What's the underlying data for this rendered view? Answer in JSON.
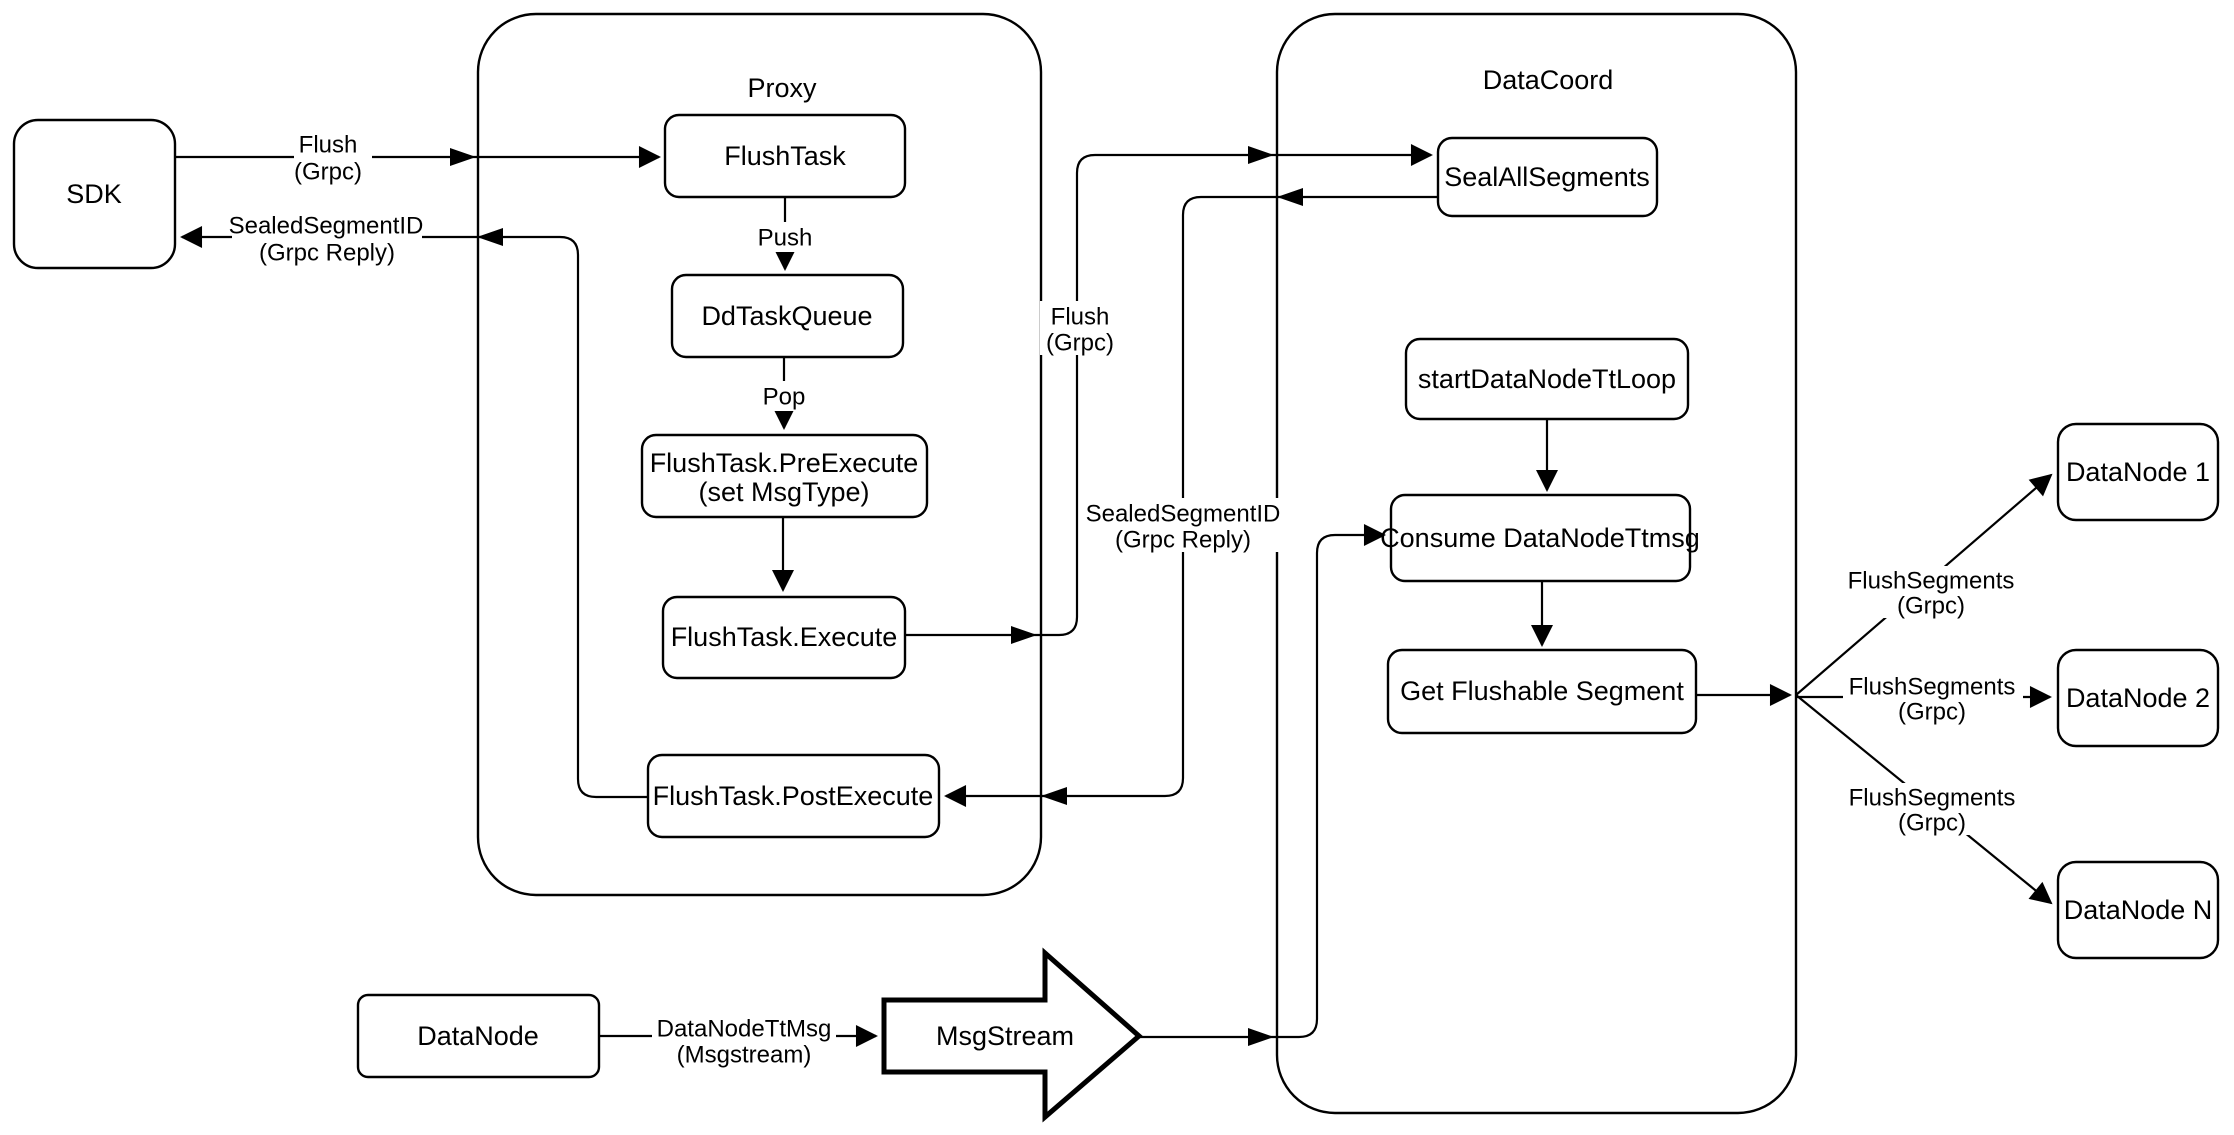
{
  "diagram": {
    "colors": {
      "background": "#ffffff",
      "stroke": "#000000",
      "node_fill": "#ffffff",
      "text": "#000000"
    },
    "containers": {
      "proxy": {
        "title": "Proxy"
      },
      "datacoord": {
        "title": "DataCoord"
      }
    },
    "nodes": {
      "sdk": {
        "label": "SDK"
      },
      "flush_task": {
        "label": "FlushTask"
      },
      "dd_task_queue": {
        "label": "DdTaskQueue"
      },
      "flush_task_pre_execute": {
        "label_line1": "FlushTask.PreExecute",
        "label_line2": "(set MsgType)"
      },
      "flush_task_execute": {
        "label": "FlushTask.Execute"
      },
      "flush_task_post_execute": {
        "label": "FlushTask.PostExecute"
      },
      "seal_all_segments": {
        "label": "SealAllSegments"
      },
      "start_datanode_tt_loop": {
        "label": "startDataNodeTtLoop"
      },
      "consume_datanode_ttmsg": {
        "label": "Consume DataNodeTtmsg"
      },
      "get_flushable_segment": {
        "label": "Get Flushable Segment"
      },
      "datanode_1": {
        "label": "DataNode 1"
      },
      "datanode_2": {
        "label": "DataNode 2"
      },
      "datanode_n": {
        "label": "DataNode N"
      },
      "datanode": {
        "label": "DataNode"
      },
      "msgstream": {
        "label": "MsgStream"
      }
    },
    "edge_labels": {
      "flush_sdk_proxy": {
        "line1": "Flush",
        "line2": "(Grpc)"
      },
      "sealed_reply_sdk": {
        "line1": "SealedSegmentID",
        "line2": "(Grpc Reply)"
      },
      "push": "Push",
      "pop": "Pop",
      "flush_proxy_datacoord": {
        "line1": "Flush",
        "line2": "(Grpc)"
      },
      "sealed_reply_proxy": {
        "line1": "SealedSegmentID",
        "line2": "(Grpc Reply)"
      },
      "flush_segments_1": {
        "line1": "FlushSegments",
        "line2": "(Grpc)"
      },
      "flush_segments_2": {
        "line1": "FlushSegments",
        "line2": "(Grpc)"
      },
      "flush_segments_3": {
        "line1": "FlushSegments",
        "line2": "(Grpc)"
      },
      "datanode_tt_msg": {
        "line1": "DataNodeTtMsg",
        "line2": "(Msgstream)"
      }
    },
    "edges": [
      {
        "from": "sdk",
        "to": "flush_task",
        "label": "Flush (Grpc)"
      },
      {
        "from": "flush_task",
        "to": "dd_task_queue",
        "label": "Push"
      },
      {
        "from": "dd_task_queue",
        "to": "flush_task_pre_execute",
        "label": "Pop"
      },
      {
        "from": "flush_task_pre_execute",
        "to": "flush_task_execute",
        "label": ""
      },
      {
        "from": "flush_task_execute",
        "to": "seal_all_segments",
        "label": "Flush (Grpc)"
      },
      {
        "from": "seal_all_segments",
        "to": "flush_task_post_execute",
        "label": "SealedSegmentID (Grpc Reply)"
      },
      {
        "from": "flush_task_post_execute",
        "to": "sdk",
        "label": "SealedSegmentID (Grpc Reply)"
      },
      {
        "from": "start_datanode_tt_loop",
        "to": "consume_datanode_ttmsg",
        "label": ""
      },
      {
        "from": "consume_datanode_ttmsg",
        "to": "get_flushable_segment",
        "label": ""
      },
      {
        "from": "get_flushable_segment",
        "to": "datanode_1",
        "label": "FlushSegments (Grpc)"
      },
      {
        "from": "get_flushable_segment",
        "to": "datanode_2",
        "label": "FlushSegments (Grpc)"
      },
      {
        "from": "get_flushable_segment",
        "to": "datanode_n",
        "label": "FlushSegments (Grpc)"
      },
      {
        "from": "datanode",
        "to": "msgstream",
        "label": "DataNodeTtMsg (Msgstream)"
      },
      {
        "from": "msgstream",
        "to": "consume_datanode_ttmsg",
        "label": ""
      }
    ]
  }
}
